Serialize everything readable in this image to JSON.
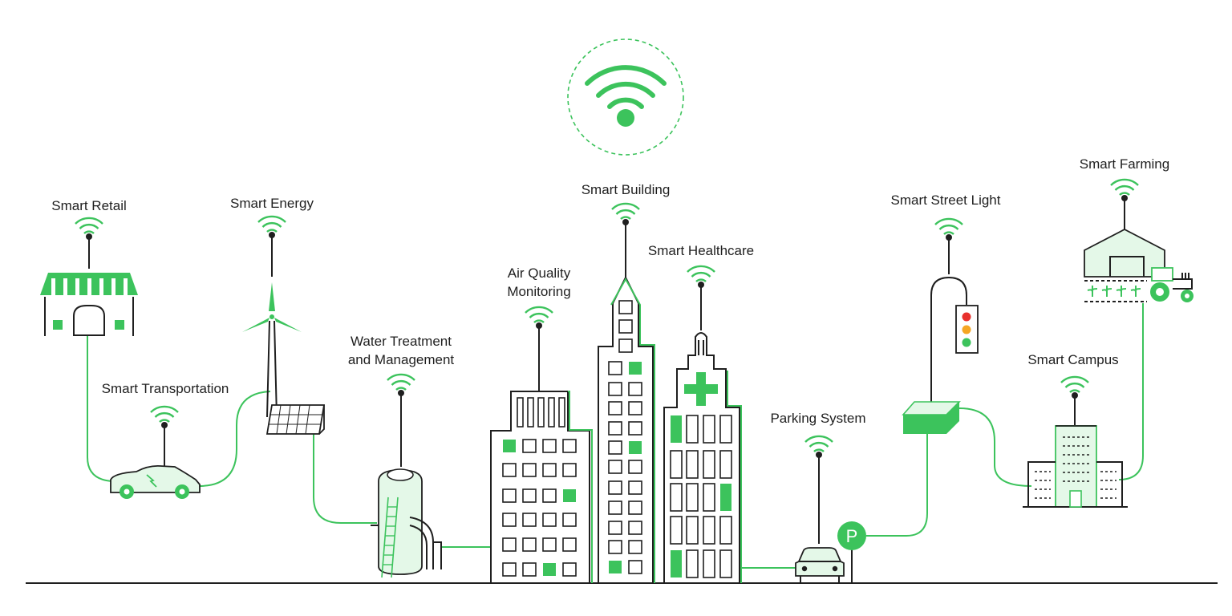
{
  "colors": {
    "accent": "#3cc35c",
    "accent_light": "#e4f8e8",
    "line": "#1f1f1f",
    "red": "#e8302d",
    "amber": "#f5a623"
  },
  "hub": {
    "icon": "wifi-icon"
  },
  "labels": {
    "smart_retail": "Smart Retail",
    "smart_energy": "Smart Energy",
    "smart_transportation": "Smart Transportation",
    "water_line1": "Water Treatment",
    "water_line2": "and Management",
    "air_line1": "Air Quality",
    "air_line2": "Monitoring",
    "smart_building": "Smart Building",
    "smart_healthcare": "Smart Healthcare",
    "parking_system": "Parking System",
    "parking_sign": "P",
    "smart_street_light": "Smart Street Light",
    "smart_campus": "Smart Campus",
    "smart_farming": "Smart Farming"
  }
}
